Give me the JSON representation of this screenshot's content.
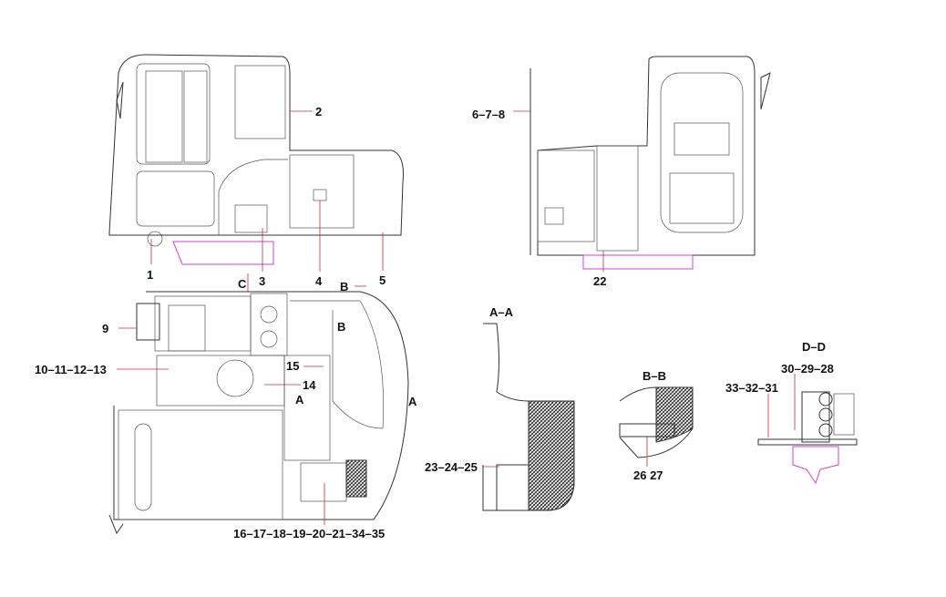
{
  "title": "Excavator upper structure parts arrangement",
  "callouts": {
    "c1": "1",
    "c2": "2",
    "c3": "3",
    "c4": "4",
    "c5": "5",
    "c678": "6–7–8",
    "c9": "9",
    "c10_13": "10–11–12–13",
    "c14": "14",
    "c15": "15",
    "c16_35": "16–17–18–19–20–21–34–35",
    "c22": "22",
    "c23_25": "23–24–25",
    "c26_27": "26 27",
    "c28_30": "30–29–28",
    "c31_33": "33–32–31"
  },
  "section_marks": {
    "C": "C",
    "B_top": "B",
    "B_inner": "B",
    "A_left": "A",
    "A_right": "A"
  },
  "section_titles": {
    "aa": "A–A",
    "bb": "B–B",
    "dd": "D–D"
  },
  "colors": {
    "line": "#333333",
    "leader": "#c03040",
    "hydraulic": "#d040d0"
  }
}
